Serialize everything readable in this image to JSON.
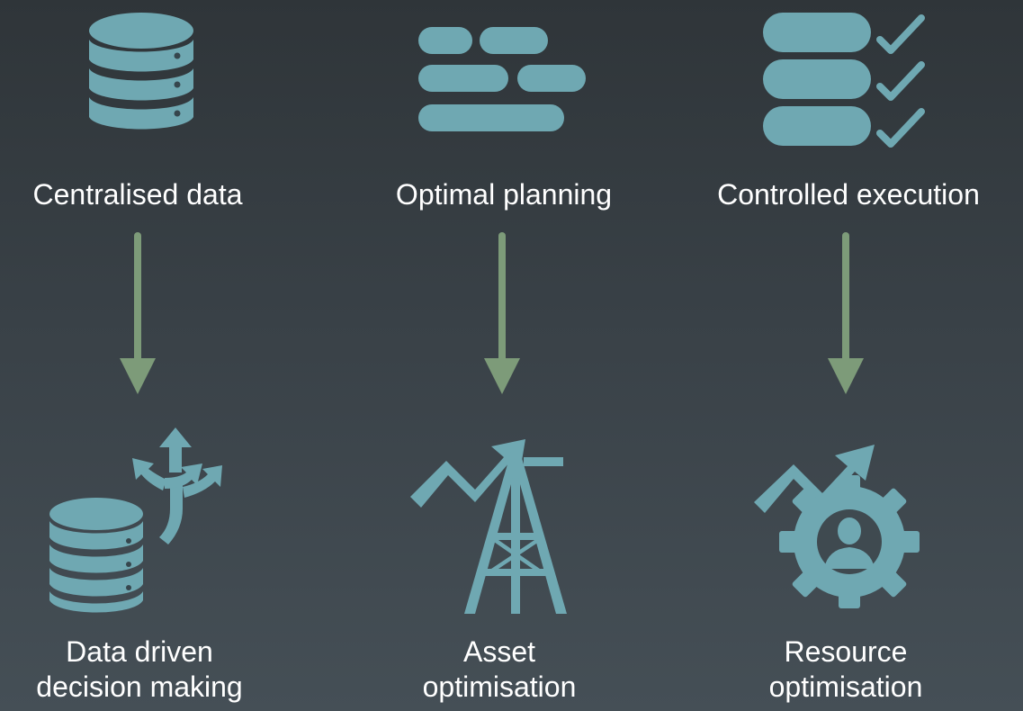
{
  "colors": {
    "icon": "#6fa8b2",
    "arrow": "#7d9b79",
    "label": "#ffffff"
  },
  "columns": [
    {
      "top_label": "Centralised data",
      "top_icon": "database-icon",
      "bottom_label_line1": "Data driven",
      "bottom_label_line2": "decision making",
      "bottom_icon": "database-decision-icon"
    },
    {
      "top_label": "Optimal planning",
      "top_icon": "planning-bars-icon",
      "bottom_label_line1": "Asset",
      "bottom_label_line2": "optimisation",
      "bottom_icon": "oil-rig-growth-icon"
    },
    {
      "top_label": "Controlled execution",
      "top_icon": "checklist-icon",
      "bottom_label_line1": "Resource",
      "bottom_label_line2": "optimisation",
      "bottom_icon": "gear-person-growth-icon"
    }
  ]
}
